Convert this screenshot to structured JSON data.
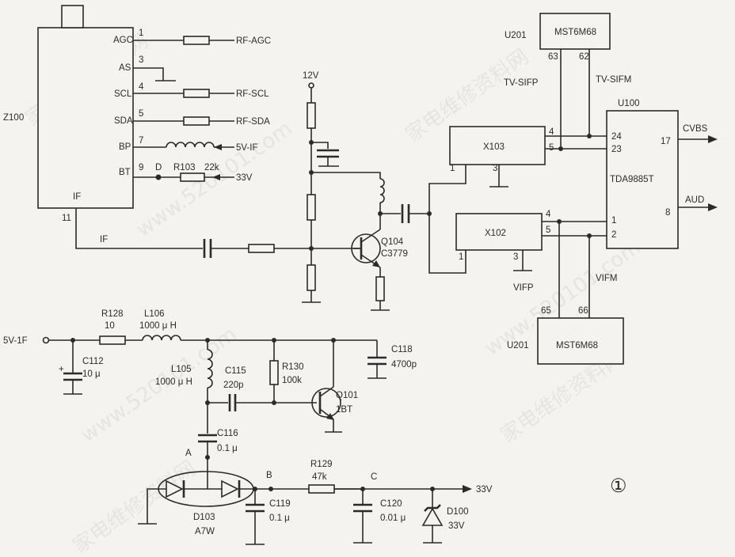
{
  "watermarks": [
    "家电维修资料网",
    "www.520101.com"
  ],
  "z100": {
    "name": "Z100",
    "pins": [
      {
        "pin": "1",
        "name": "AGC",
        "net": "RF-AGC"
      },
      {
        "pin": "3",
        "name": "AS",
        "net": ""
      },
      {
        "pin": "4",
        "name": "SCL",
        "net": "RF-SCL"
      },
      {
        "pin": "5",
        "name": "SDA",
        "net": "RF-SDA"
      },
      {
        "pin": "7",
        "name": "BP",
        "net": "5V-IF"
      },
      {
        "pin": "9",
        "name": "BT",
        "net": "33V"
      }
    ],
    "if_pin": "11",
    "if_name": "IF",
    "if_net": "IF"
  },
  "r103": {
    "point": "D",
    "ref": "R103",
    "value": "22k"
  },
  "supply_12v": "12V",
  "q104": {
    "ref": "Q104",
    "part": "C3779"
  },
  "u201_top": {
    "ref": "U201",
    "part": "MST6M68",
    "pin_a": "63",
    "pin_b": "62",
    "net_a": "TV-SIFP",
    "net_b": "TV-SIFM"
  },
  "u201_bot": {
    "ref": "U201",
    "part": "MST6M68",
    "pin_a": "65",
    "pin_b": "66",
    "net_a": "VIFP",
    "net_b": "VIFM"
  },
  "x103": {
    "ref": "X103",
    "pin1": "1",
    "pin3": "3",
    "pin4": "4",
    "pin5": "5"
  },
  "x102": {
    "ref": "X102",
    "pin1": "1",
    "pin3": "3",
    "pin4": "4",
    "pin5": "5"
  },
  "u100": {
    "ref": "U100",
    "part": "TDA9885T",
    "pin24": "24",
    "pin23": "23",
    "pin1": "1",
    "pin2": "2",
    "pin17": "17",
    "pin8": "8",
    "out1": "CVBS",
    "out2": "AUD"
  },
  "supply": {
    "input": "5V-1F",
    "r128": {
      "ref": "R128",
      "value": "10"
    },
    "l106": {
      "ref": "L106",
      "value": "1000 μ H"
    },
    "c112": {
      "ref": "C112",
      "value": "10 μ"
    },
    "l105": {
      "ref": "L105",
      "value": "1000 μ H"
    },
    "c115": {
      "ref": "C115",
      "value": "220p"
    },
    "r130": {
      "ref": "R130",
      "value": "100k"
    },
    "q101": {
      "ref": "Q101",
      "part": "1BT"
    },
    "c118": {
      "ref": "C118",
      "value": "4700p"
    },
    "c116": {
      "ref": "C116",
      "value": "0.1 μ"
    },
    "point_a": "A",
    "point_b": "B",
    "point_c": "C",
    "d103": {
      "ref": "D103",
      "part": "A7W"
    },
    "c119": {
      "ref": "C119",
      "value": "0.1 μ"
    },
    "r129": {
      "ref": "R129",
      "value": "47k"
    },
    "c120": {
      "ref": "C120",
      "value": "0.01 μ"
    },
    "d100": {
      "ref": "D100",
      "value": "33V"
    },
    "output": "33V"
  },
  "figure_number": "①"
}
